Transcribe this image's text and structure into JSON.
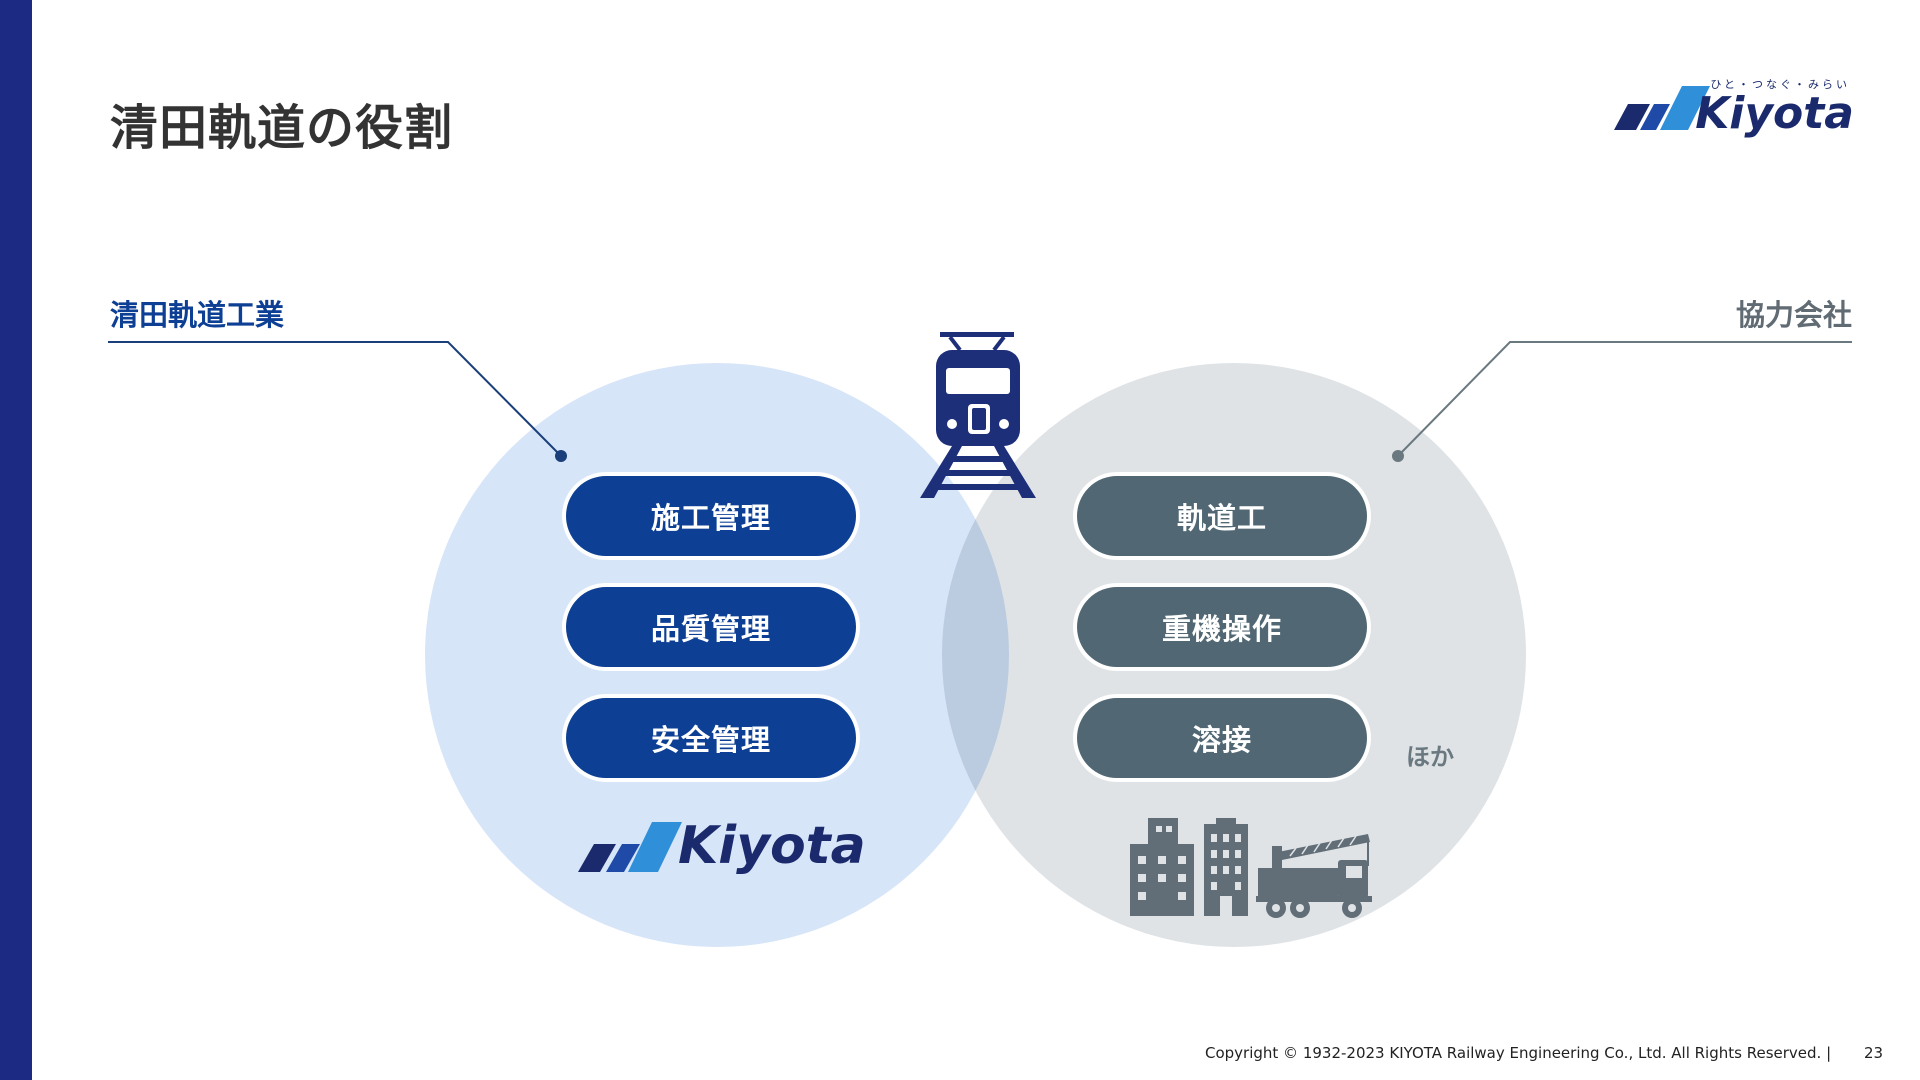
{
  "slide": {
    "title": "清田軌道の役割",
    "page_number": "23",
    "copyright": "Copyright © 1932-2023 KIYOTA Railway Engineering Co., Ltd. All Rights Reserved.  |"
  },
  "logo": {
    "tagline": "ひと・つなぐ・みらい",
    "wordmark": "Kiyota"
  },
  "left_group": {
    "label": "清田軌道工業",
    "roles": [
      "施工管理",
      "品質管理",
      "安全管理"
    ],
    "logo_wordmark": "Kiyota"
  },
  "right_group": {
    "label": "協力会社",
    "roles": [
      "軌道工",
      "重機操作",
      "溶接"
    ],
    "note": "ほか"
  },
  "colors": {
    "accent_navy": "#1c2a84",
    "primary_blue": "#0d3f94",
    "slate_gray": "#516874",
    "left_circle": "#d7e5f9",
    "right_circle": "#dfe3e6"
  },
  "icons": {
    "center": "train-on-track-icon",
    "right_bottom": [
      "office-building-icon",
      "apartment-building-icon",
      "crane-truck-icon"
    ]
  }
}
